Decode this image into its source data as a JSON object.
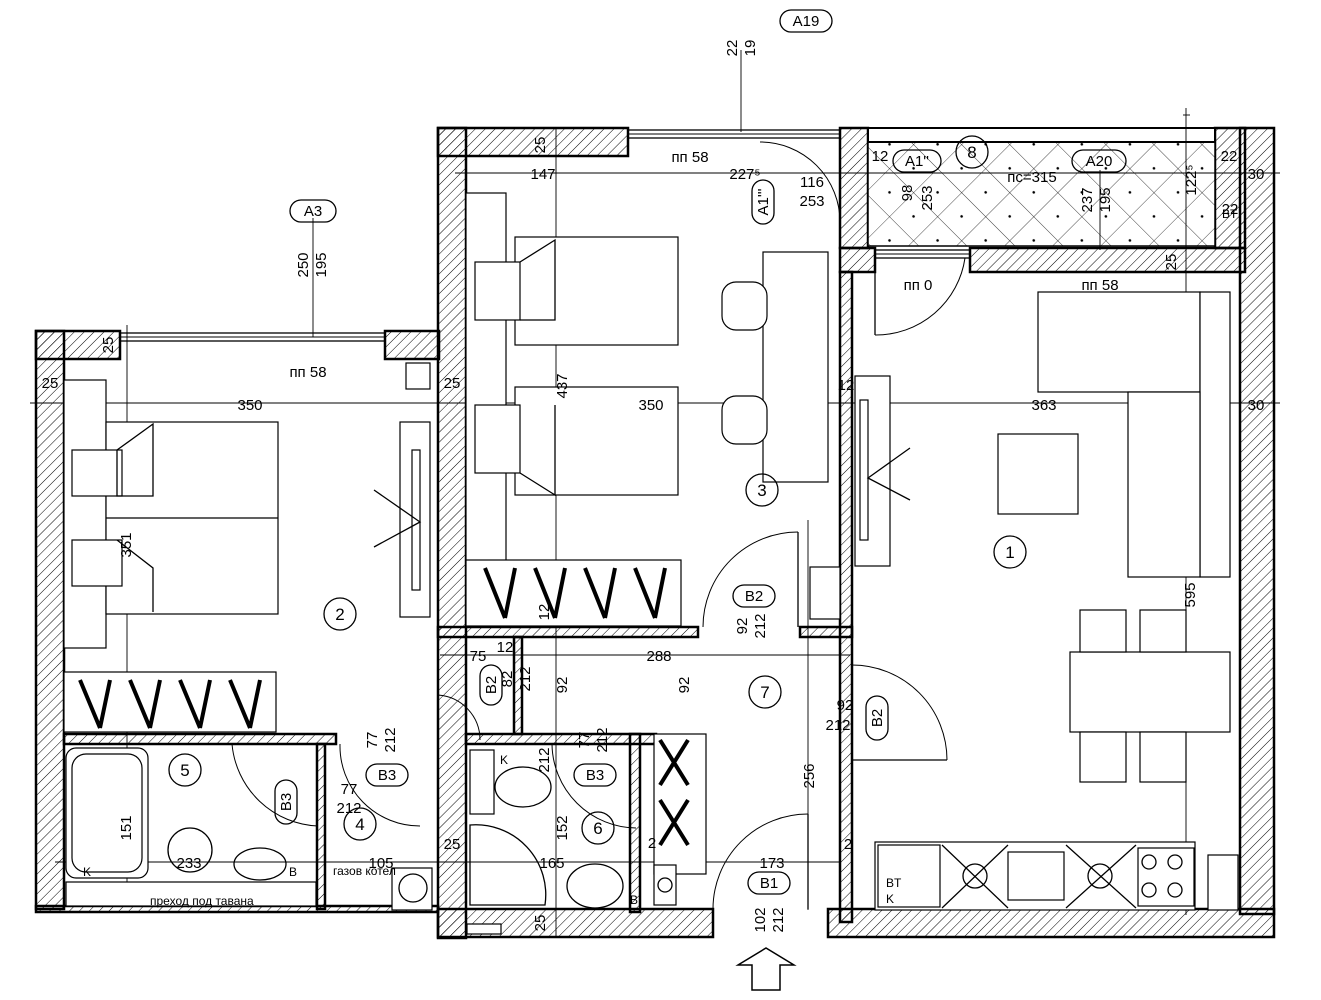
{
  "rooms": [
    "1",
    "2",
    "3",
    "4",
    "5",
    "6",
    "7",
    "8"
  ],
  "tags": {
    "a19": "A19",
    "a3": "A3",
    "a1_top": "A1'''",
    "a1_balc": "A1''",
    "a20": "A20",
    "b2_hall": "B2",
    "b2_left": "B2",
    "b2_right": "B2",
    "b3_a": "B3",
    "b3_b": "B3",
    "b3_c": "B3",
    "b1": "B1"
  },
  "sill": {
    "room3": "пп 58",
    "room2": "пп 58",
    "room1": "пп 58",
    "balc_door": "пп 0",
    "balcony": "пс=315"
  },
  "dims": {
    "d350a": "350",
    "d350b": "350",
    "d363": "363",
    "d147": "147",
    "d227": "227⁵",
    "d116": "116",
    "d253a": "253",
    "d98": "98",
    "d253b": "253",
    "d237": "237",
    "d195a": "195",
    "d122": "122⁵",
    "d22top": "22",
    "d30a": "30",
    "d30b": "30",
    "d22r": "22",
    "d250": "250",
    "d195b": "195",
    "d22v": "22",
    "d19v": "19",
    "d25a": "25",
    "d25b": "25",
    "d25c": "25",
    "d25d": "25",
    "d25e": "25",
    "d25f": "25",
    "d25g": "25",
    "d12a": "12",
    "d12b": "12",
    "d12c": "12",
    "d12d": "12",
    "d437": "437",
    "d351": "351",
    "d595": "595",
    "d256": "256",
    "d288": "288",
    "d75": "75",
    "d82": "82",
    "d212a": "212",
    "d212b": "212",
    "d212c": "212",
    "d212d": "212",
    "d212e": "212",
    "d212f": "212",
    "d212g": "212",
    "d212h": "212",
    "d92a": "92",
    "d92b": "92",
    "d92c": "92",
    "d92d": "92",
    "d77a": "77",
    "d77b": "77",
    "d77c": "77",
    "d151": "151",
    "d152": "152",
    "d233": "233",
    "d105": "105",
    "d165": "165",
    "d173": "173",
    "d102": "102",
    "d2a": "2",
    "d2b": "2"
  },
  "notes": {
    "gas": "газов котел",
    "attic": "преход под тавана",
    "bt1": "BT",
    "bt2": "BT",
    "k1": "K",
    "k2": "K",
    "k3": "K",
    "v1": "B",
    "v2": "B"
  }
}
